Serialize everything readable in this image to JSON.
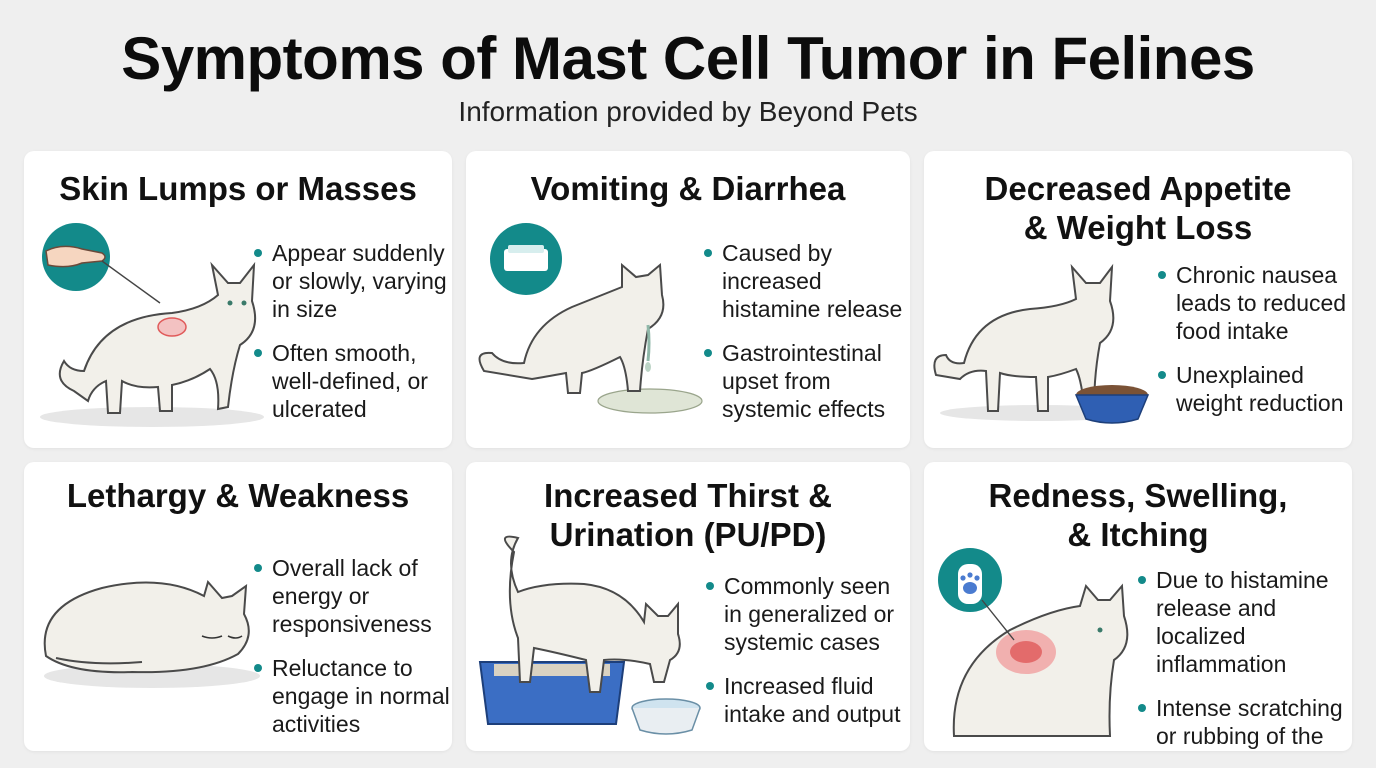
{
  "header": {
    "title": "Symptoms of Mast Cell Tumor in Felines",
    "subtitle": "Information provided by Beyond Pets"
  },
  "colors": {
    "background": "#efefef",
    "card": "#ffffff",
    "accent_teal": "#138a8a",
    "cat_fill": "#f2f0ea",
    "cat_stroke": "#4a4a4a",
    "lesion_red": "#e05a5a",
    "bowl_blue": "#2f5fb3"
  },
  "cards": [
    {
      "title_lines": [
        "Skin Lumps or Masses"
      ],
      "icon": "hand-touch-icon",
      "illustration": "standing-cat-with-lump",
      "bullets": [
        "Appear suddenly or slowly, varying in size",
        "Often smooth, well-defined, or ulcerated"
      ]
    },
    {
      "title_lines": [
        "Vomiting & Diarrhea"
      ],
      "icon": "litter-box-icon",
      "illustration": "sick-cat-vomiting",
      "bullets": [
        "Caused by increased histamine release",
        "Gastrointestinal upset from systemic effects"
      ]
    },
    {
      "title_lines": [
        "Decreased Appetite",
        "& Weight Loss"
      ],
      "icon": "",
      "illustration": "thin-cat-with-food-bowl",
      "bullets": [
        "Chronic nausea leads to reduced food intake",
        "Unexplained weight reduction"
      ]
    },
    {
      "title_lines": [
        "Lethargy & Weakness"
      ],
      "icon": "",
      "illustration": "sleeping-curled-cat",
      "bullets": [
        "Overall lack of energy or responsiveness",
        "Reluctance to engage in normal activities"
      ]
    },
    {
      "title_lines": [
        "Increased Thirst &",
        "Urination (PU/PD)"
      ],
      "icon": "",
      "illustration": "cat-in-litter-box-drinking",
      "bullets": [
        "Commonly seen in generalized or systemic cases",
        "Increased fluid intake and output"
      ]
    },
    {
      "title_lines": [
        "Redness, Swelling,",
        "& Itching"
      ],
      "icon": "paw-print-icon",
      "illustration": "cat-with-red-inflamed-skin",
      "bullets": [
        "Due to histamine release and localized inflammation",
        "Intense scratching or rubbing of the affected area"
      ]
    }
  ]
}
